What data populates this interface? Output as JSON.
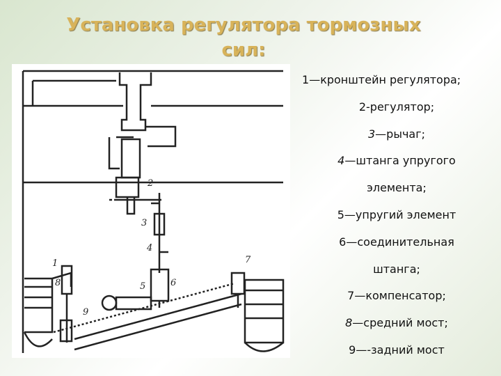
{
  "slide": {
    "title_line1": "Установка регулятора тормозных",
    "title_line2": "сил:"
  },
  "legend": {
    "items": [
      {
        "number": "1",
        "italic": false,
        "text": "—кронштейн регулятора;"
      },
      {
        "number": "2",
        "italic": false,
        "text": "-регулятор;"
      },
      {
        "number": "3",
        "italic": true,
        "text": "—рычаг;"
      },
      {
        "number": "4",
        "italic": true,
        "text": "—штанга упругого"
      },
      {
        "number": "",
        "italic": false,
        "text": "элемента;"
      },
      {
        "number": "5",
        "italic": false,
        "text": "—упругий элемент"
      },
      {
        "number": "6",
        "italic": false,
        "text": "—соединительная"
      },
      {
        "number": "",
        "italic": false,
        "text": "штанга;"
      },
      {
        "number": "7",
        "italic": false,
        "text": "—компенсатор;"
      },
      {
        "number": "8",
        "italic": true,
        "text": "—средний мост;"
      },
      {
        "number": "9",
        "italic": false,
        "text": "—-задний мост"
      }
    ]
  },
  "figure": {
    "callouts": [
      "1",
      "2",
      "3",
      "4",
      "5",
      "6",
      "7",
      "8",
      "9"
    ]
  }
}
